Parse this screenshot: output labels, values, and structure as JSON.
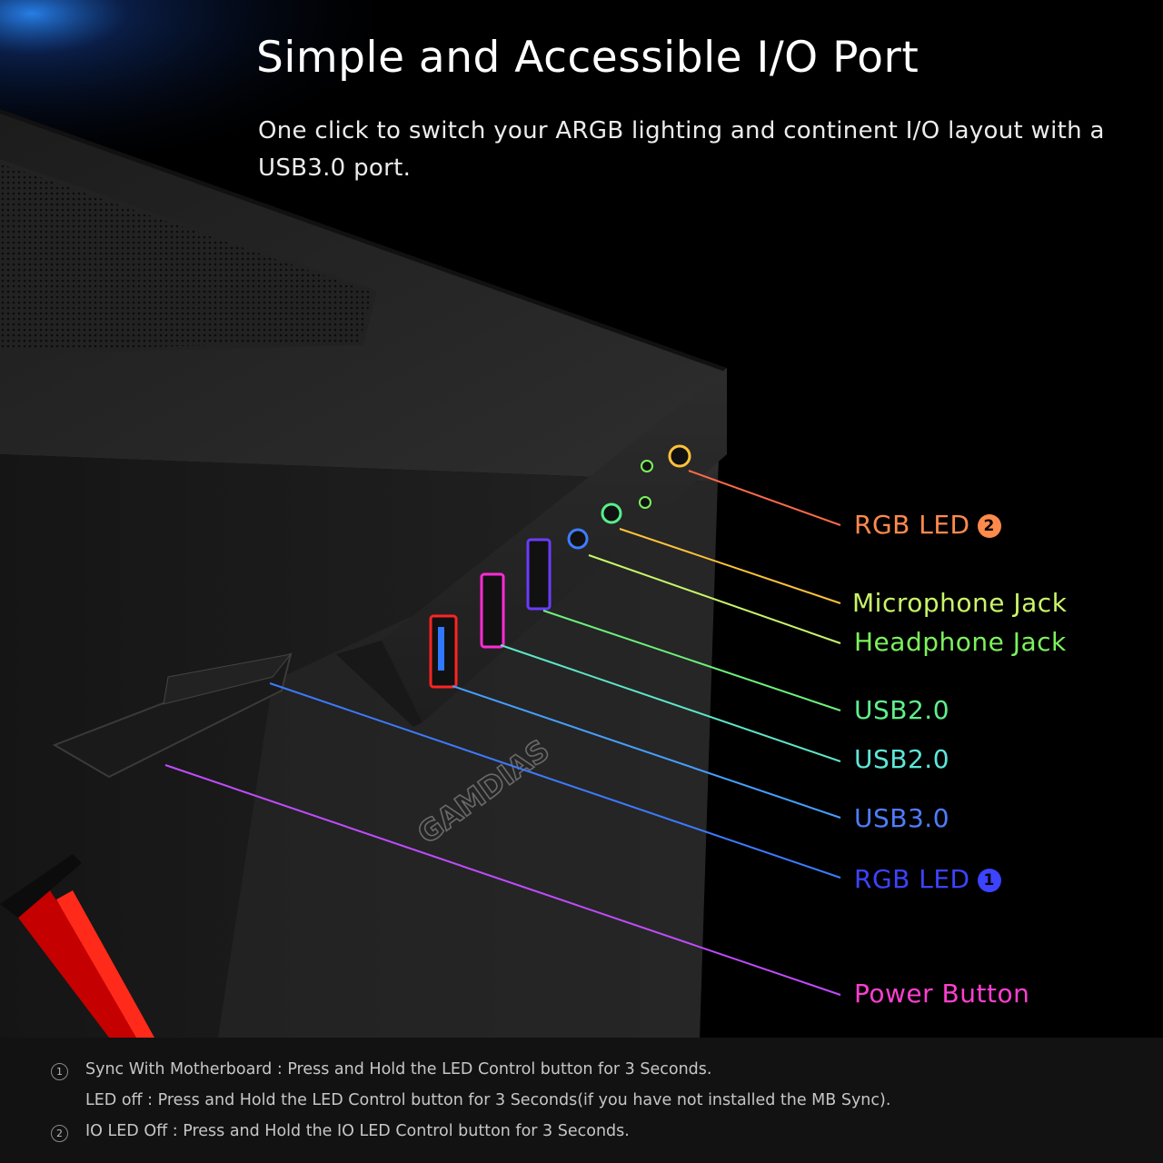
{
  "header": {
    "title": "Simple and Accessible I/O Port",
    "subtitle": "One click to switch your ARGB lighting and continent I/O layout with a USB3.0 port."
  },
  "brand": {
    "logo_text": "GAMDIAS"
  },
  "callouts": [
    {
      "label": "RGB LED",
      "badge": "2",
      "color": "#ff8a4c"
    },
    {
      "label": "Microphone Jack",
      "color": "#c9f56a"
    },
    {
      "label": "Headphone Jack",
      "color": "#7cf25c"
    },
    {
      "label": "USB2.0",
      "color": "#5ff08a"
    },
    {
      "label": "USB2.0",
      "color": "#5ee6d8"
    },
    {
      "label": "USB3.0",
      "color": "#4f7cff"
    },
    {
      "label": "RGB LED",
      "badge": "1",
      "color": "#3d43ff"
    },
    {
      "label": "Power Button",
      "color": "#ff3fd0"
    }
  ],
  "footnotes": [
    {
      "marker": "1",
      "text": "Sync With Motherboard : Press and Hold the LED Control button for 3 Seconds."
    },
    {
      "marker": "",
      "text": "LED off : Press and Hold the LED Control button for 3 Seconds(if you have not installed the MB Sync)."
    },
    {
      "marker": "2",
      "text": "IO LED Off : Press and Hold the IO LED Control button for 3 Seconds."
    }
  ]
}
